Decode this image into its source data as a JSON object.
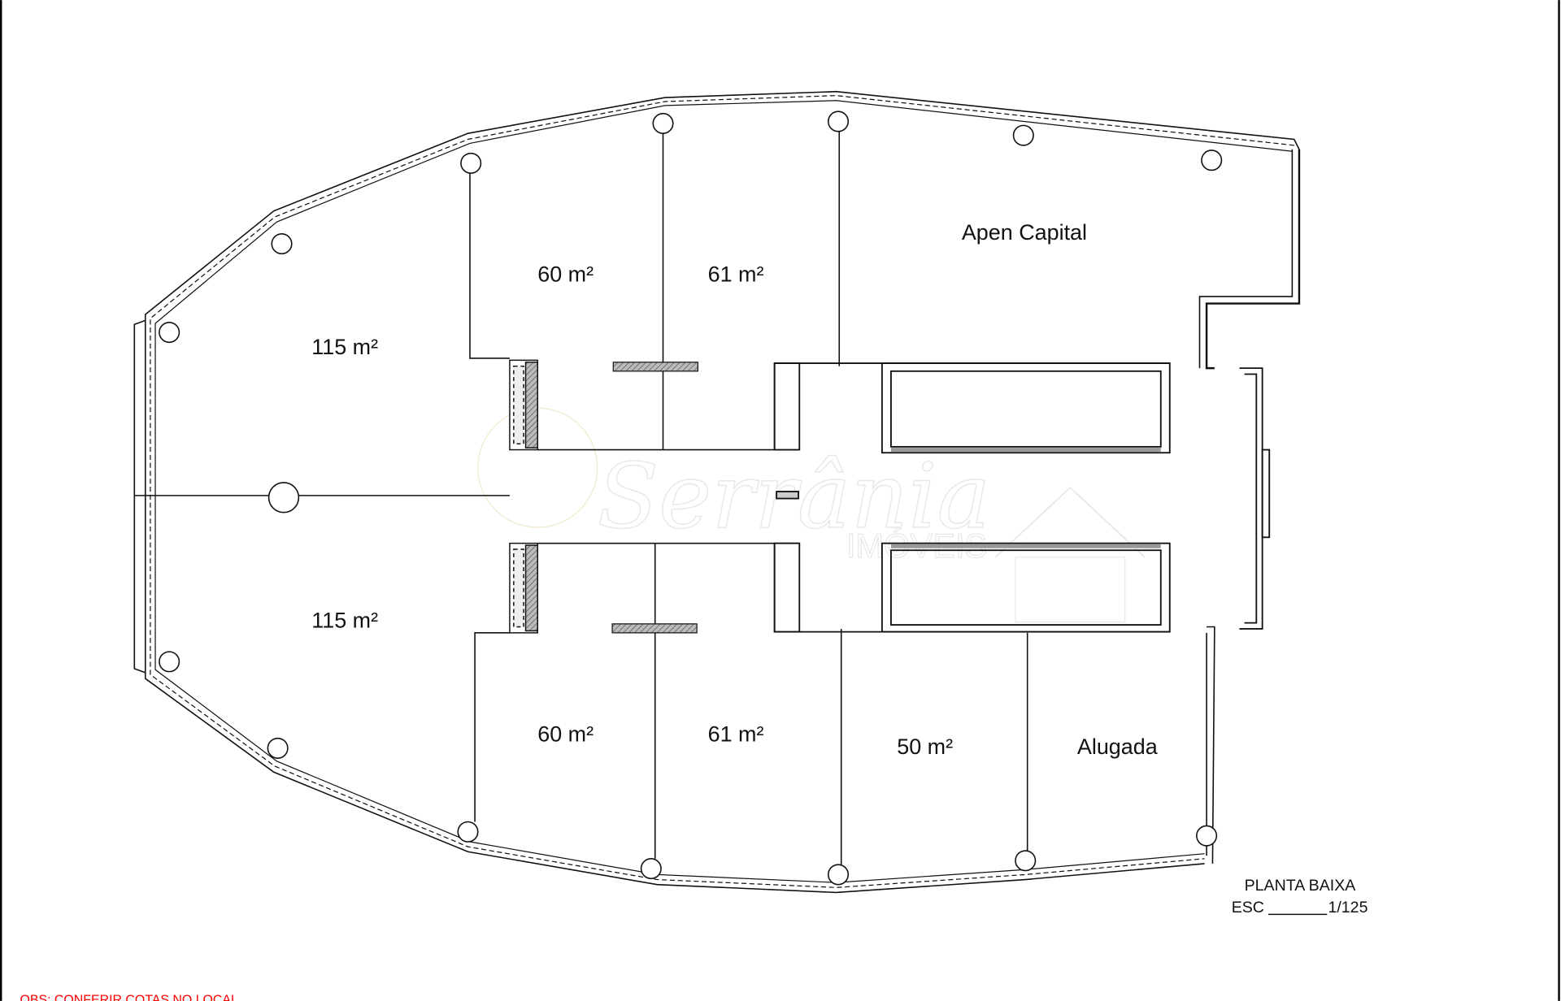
{
  "plan": {
    "rooms": [
      {
        "id": "115-top",
        "label": "115 m²"
      },
      {
        "id": "60-top",
        "label": "60 m²"
      },
      {
        "id": "61-top",
        "label": "61 m²"
      },
      {
        "id": "apen",
        "label": "Apen Capital"
      },
      {
        "id": "115-bottom",
        "label": "115 m²"
      },
      {
        "id": "60-bottom",
        "label": "60 m²"
      },
      {
        "id": "61-bottom",
        "label": "61 m²"
      },
      {
        "id": "50-bottom",
        "label": "50 m²"
      },
      {
        "id": "alugada",
        "label": "Alugada"
      }
    ],
    "title": "PLANTA BAIXA",
    "scale_prefix": "ESC",
    "scale_value": "1/125",
    "note": "OBS: CONFERIR COTAS NO LOCAL",
    "watermark": "Serrânia IMÓVEIS",
    "colors": {
      "line": "#111111",
      "note": "#ff0000",
      "hatch": "#888888"
    }
  }
}
